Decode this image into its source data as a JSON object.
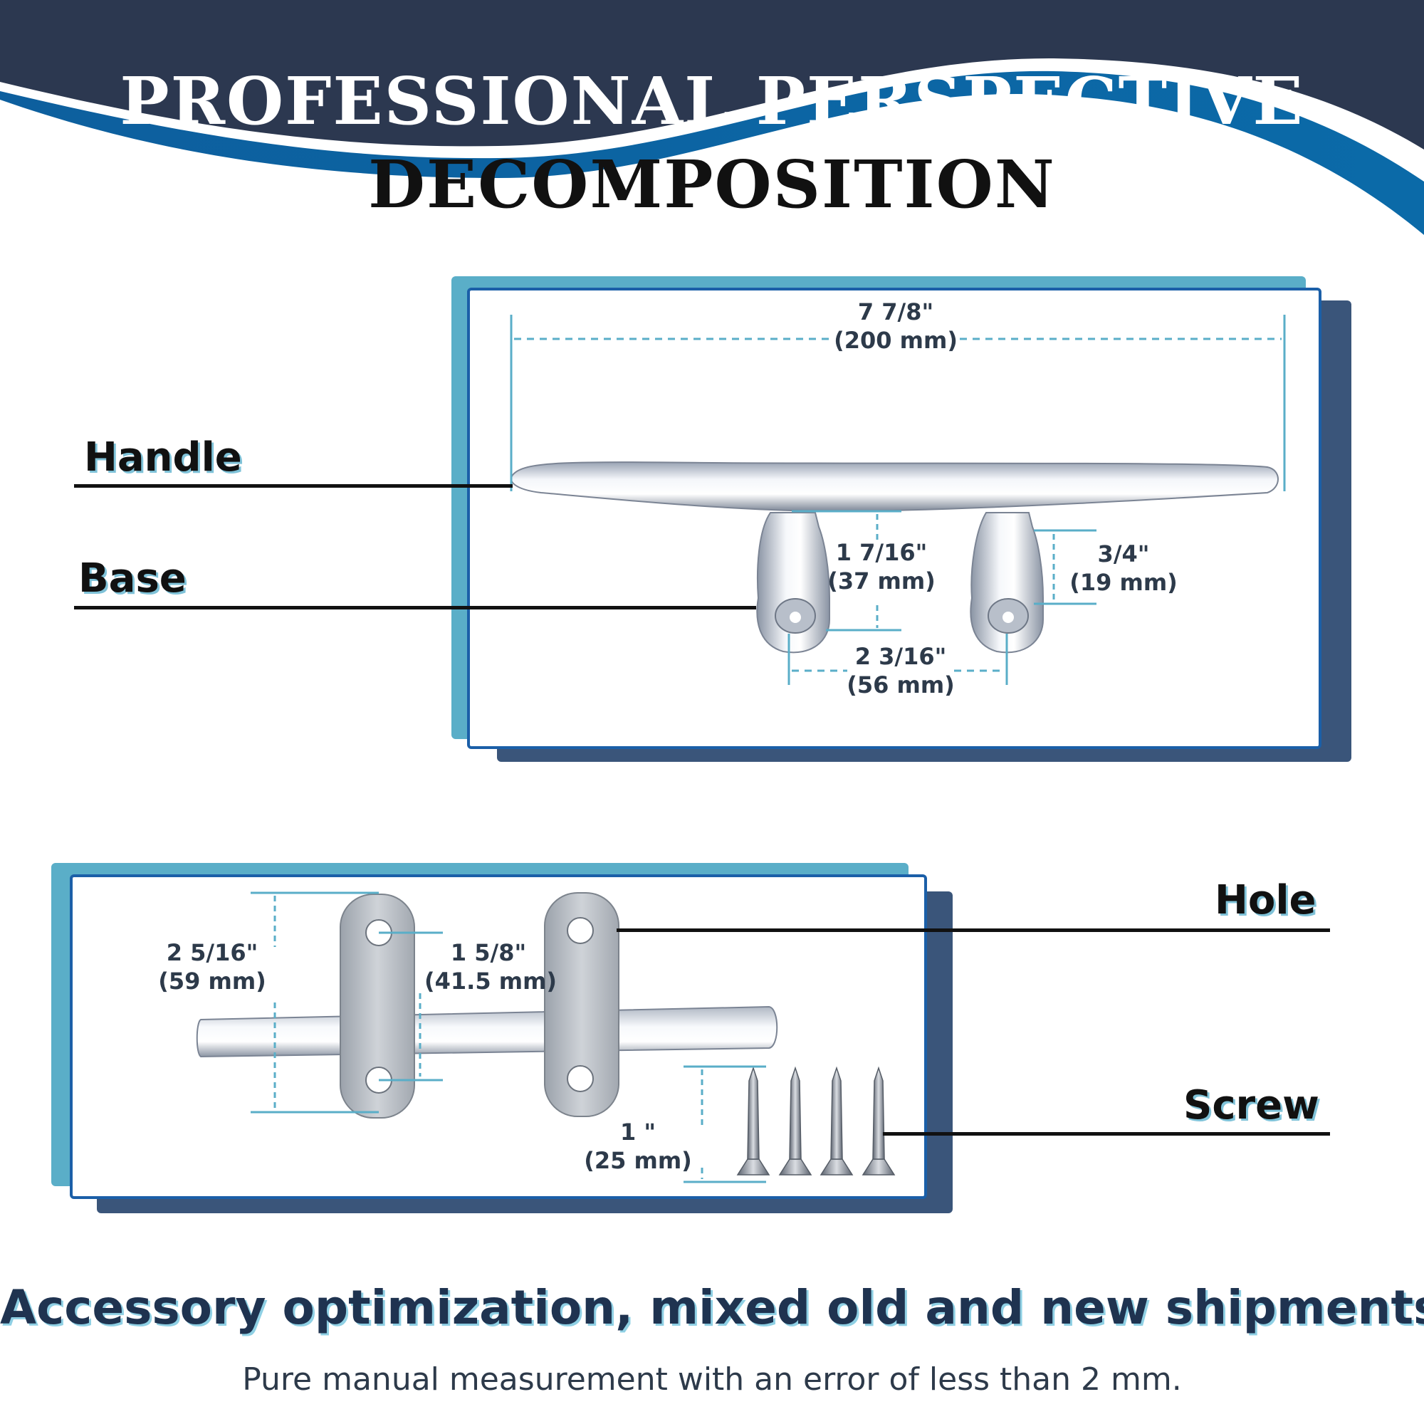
{
  "header": {
    "title_line1": "PROFESSIONAL PERSPECTIVE",
    "title_line2": "DECOMPOSITION",
    "colors": {
      "navy": "#2c3850",
      "blue_wave": "#0f62a0",
      "accent": "#5aaec8"
    }
  },
  "side_view": {
    "labels": {
      "handle": "Handle",
      "base": "Base"
    },
    "dimensions": {
      "length": {
        "inch": "7 7/8\"",
        "mm": "(200 mm)"
      },
      "height": {
        "inch": "1 7/16\"",
        "mm": "(37 mm)"
      },
      "base_height": {
        "inch": "3/4\"",
        "mm": "(19 mm)"
      },
      "hole_spacing": {
        "inch": "2 3/16\"",
        "mm": "(56 mm)"
      }
    }
  },
  "top_view": {
    "labels": {
      "hole": "Hole",
      "screw": "Screw"
    },
    "dimensions": {
      "base_length": {
        "inch": "2 5/16\"",
        "mm": "(59 mm)"
      },
      "hole_distance": {
        "inch": "1 5/8\"",
        "mm": "(41.5 mm)"
      },
      "screw_length": {
        "inch": "1 \"",
        "mm": "(25 mm)"
      }
    },
    "screw_count": 4
  },
  "footer": {
    "tagline": "Accessory optimization, mixed old and new shipments",
    "note": "Pure manual measurement with an error of less than 2 mm."
  }
}
